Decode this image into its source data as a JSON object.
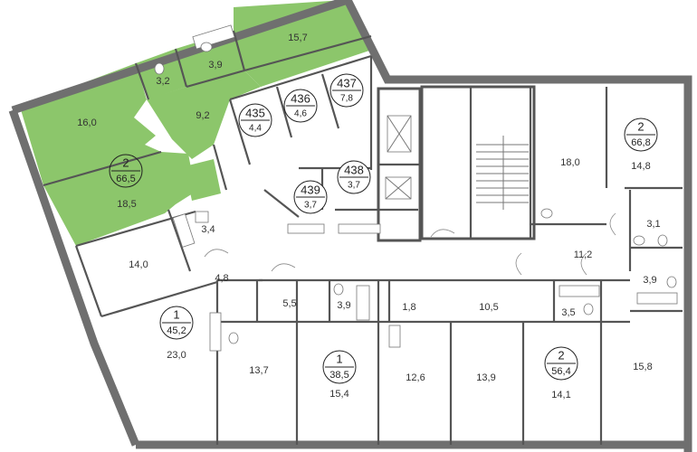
{
  "highlighted_apartment": {
    "rooms": "2",
    "total_area": "66,5",
    "color": "#8cc66b"
  },
  "apartments": [
    {
      "id": "apt-1-45",
      "rooms": "1",
      "total_area": "45,2"
    },
    {
      "id": "apt-1-38",
      "rooms": "1",
      "total_area": "38,5"
    },
    {
      "id": "apt-2-56",
      "rooms": "2",
      "total_area": "56,4"
    },
    {
      "id": "apt-2-66-8",
      "rooms": "2",
      "total_area": "66,8"
    }
  ],
  "storage_units": [
    {
      "number": "435",
      "area": "4,4"
    },
    {
      "number": "436",
      "area": "4,6"
    },
    {
      "number": "437",
      "area": "7,8"
    },
    {
      "number": "438",
      "area": "3,7"
    },
    {
      "number": "439",
      "area": "3,7"
    }
  ],
  "room_areas": {
    "g_living_top": "15,7",
    "g_bath_top": "3,9",
    "g_wc": "3,2",
    "g_bedroom": "16,0",
    "g_hall": "9,2",
    "g_living": "18,5",
    "r_14_0": "14,0",
    "r_3_4": "3,4",
    "r_4_8": "4,8",
    "r_23_0": "23,0",
    "r_5_5": "5,5",
    "r_3_9a": "3,9",
    "r_13_7": "13,7",
    "r_15_4": "15,4",
    "r_1_8": "1,8",
    "r_10_5": "10,5",
    "r_12_6": "12,6",
    "r_13_9": "13,9",
    "r_3_5": "3,5",
    "r_14_1": "14,1",
    "r_15_8": "15,8",
    "r_3_9b": "3,9",
    "r_11_2": "11,2",
    "r_3_1": "3,1",
    "r_18_0": "18,0",
    "r_14_8": "14,8"
  }
}
